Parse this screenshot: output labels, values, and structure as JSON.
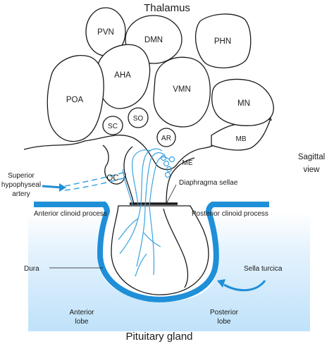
{
  "title": "Thalamus",
  "bottom_title": "Pituitary gland",
  "view": [
    "Sagittal",
    "view"
  ],
  "nuclei": {
    "pvn": "PVN",
    "dmn": "DMN",
    "phn": "PHN",
    "aha": "AHA",
    "poa": "POA",
    "vmn": "VMN",
    "mn": "MN",
    "so": "SO",
    "sc": "SC",
    "ar": "AR",
    "mb": "MB",
    "me": "ME",
    "oc": "OC"
  },
  "labels": {
    "superior_artery": [
      "Superior",
      "hypophyseal",
      "artery"
    ],
    "diaphragma_sellae": "Diaphragma sellae",
    "anterior_clinoid": "Anterior clinoid process",
    "posterior_clinoid": "Posterior clinoid process",
    "dura": "Dura",
    "sella_turcica": "Sella turcica",
    "anterior_lobe": [
      "Anterior",
      "lobe"
    ],
    "posterior_lobe": [
      "Posterior",
      "lobe"
    ]
  },
  "colors": {
    "accent_blue": "#1f8fd8",
    "light_blue": "#cfe9fb",
    "vessel_blue": "#3aa3e0",
    "outline": "#1a1a1a"
  }
}
